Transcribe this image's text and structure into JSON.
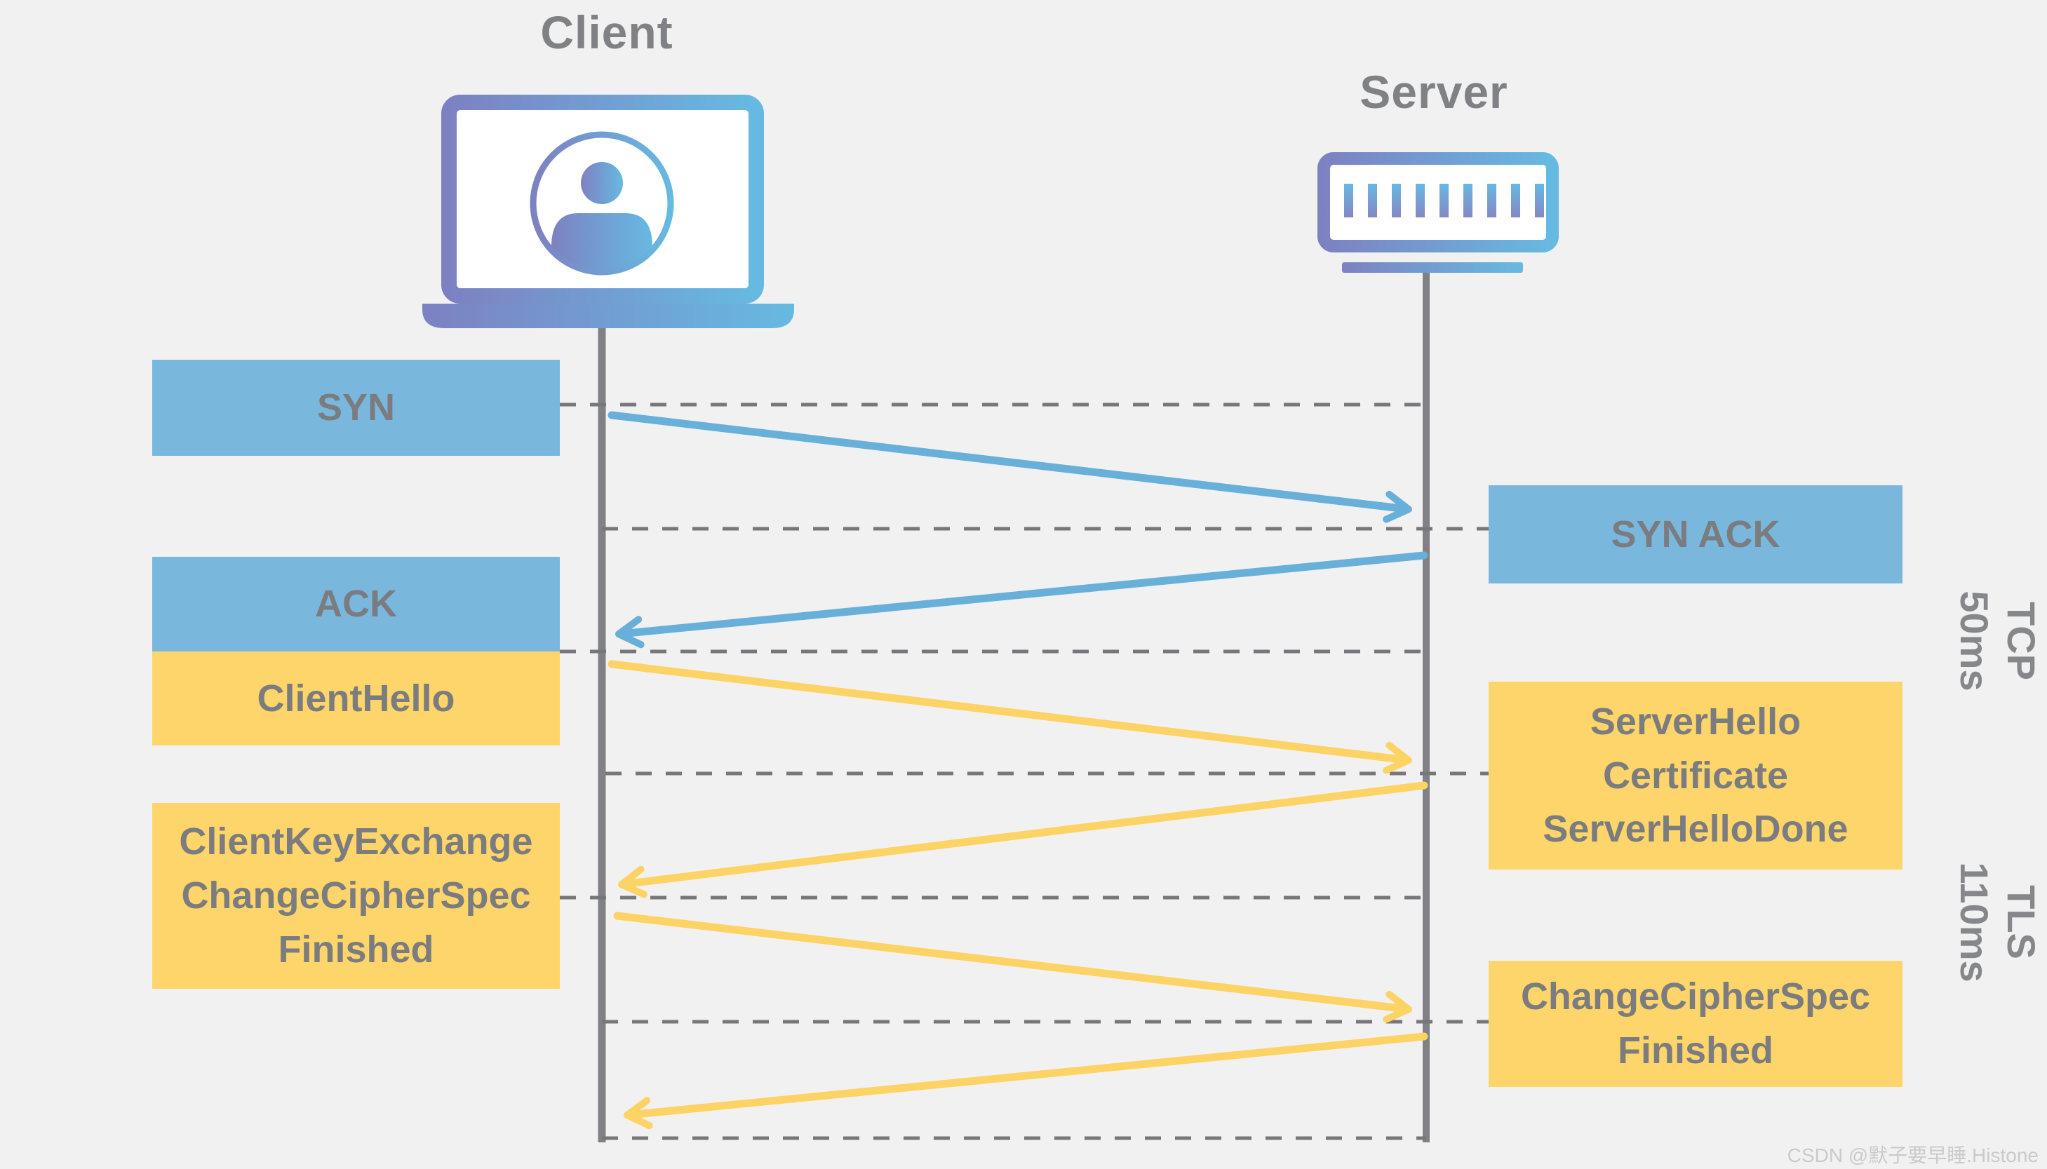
{
  "diagram": "TCP and TLS handshake sequence",
  "actors": {
    "client": {
      "label": "Client"
    },
    "server": {
      "label": "Server"
    }
  },
  "messages": {
    "syn": {
      "label": "SYN",
      "color": "blue",
      "direction": "client-to-server"
    },
    "syn_ack": {
      "label": "SYN ACK",
      "color": "blue",
      "direction": "server-to-client"
    },
    "ack": {
      "label": "ACK",
      "color": "blue",
      "direction": "server-to-client"
    },
    "client_hello": {
      "label": "ClientHello",
      "color": "yellow",
      "direction": "client-to-server"
    },
    "server_hello": {
      "label": "ServerHello\nCertificate\nServerHelloDone",
      "color": "yellow",
      "direction": "server-to-client"
    },
    "client_key_exchange": {
      "label": "ClientKeyExchange\nChangeCipherSpec\nFinished",
      "color": "yellow",
      "direction": "client-to-server"
    },
    "change_cipher_spec": {
      "label": "ChangeCipherSpec\nFinished",
      "color": "yellow",
      "direction": "server-to-client"
    }
  },
  "phases": {
    "tcp": {
      "label": "TCP\n50ms"
    },
    "tls": {
      "label": "TLS\n110ms"
    }
  },
  "colors": {
    "background": "#f1f1f2",
    "blue_box": "#7ab7dd",
    "yellow_box": "#fdd56a",
    "blue_arrow": "#68afd9",
    "yellow_arrow": "#fdd366",
    "box_text": "#7b7c7f",
    "title_text": "#7f8184",
    "lifeline": "#808184",
    "dashed_line": "#76777a",
    "icon_gradient_purple": "#7d81c2",
    "icon_gradient_blue": "#66bae2"
  },
  "watermark": {
    "text": "CSDN @默子要早睡.Histone"
  }
}
